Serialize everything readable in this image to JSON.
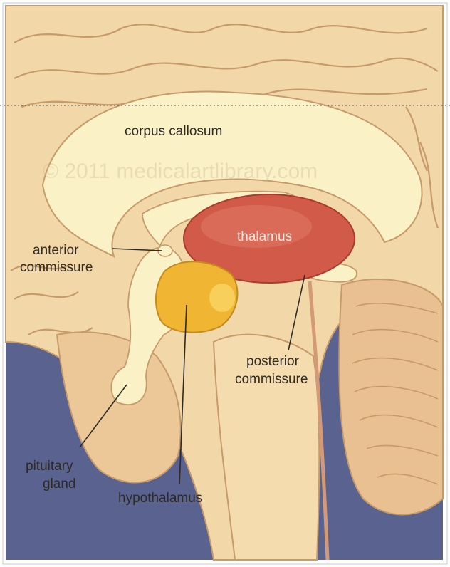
{
  "labels": {
    "corpus_callosum": "corpus callosum",
    "thalamus": "thalamus",
    "anterior_commissure_1": "anterior",
    "anterior_commissure_2": "commissure",
    "posterior_commissure_1": "posterior",
    "posterior_commissure_2": "commissure",
    "pituitary_gland_1": "pituitary",
    "pituitary_gland_2": "gland",
    "hypothalamus": "hypothalamus"
  },
  "watermark": "© 2011 medicalartlibrary.com",
  "colors": {
    "background": "#5a6290",
    "brain_tissue": "#f2d7a8",
    "brain_shadow": "#c79a6a",
    "pale_structure": "#fbf1c7",
    "thalamus": "#d25a48",
    "hypothalamus": "#f0b533",
    "text": "#2e2a25"
  }
}
